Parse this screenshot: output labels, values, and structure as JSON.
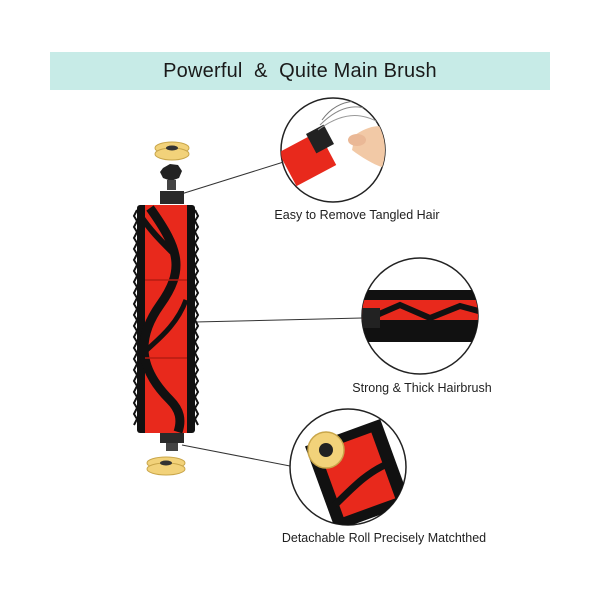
{
  "banner": {
    "title": "Powerful  &  Quite Main Brush",
    "background_color": "#c7ebe7"
  },
  "features": [
    {
      "caption": "Easy to Remove Tangled Hair"
    },
    {
      "caption": "Strong & Thick Hairbrush"
    },
    {
      "caption": "Detachable Roll Precisely Matchthed"
    }
  ],
  "colors": {
    "brush_red": "#e8291c",
    "bristle_black": "#111111",
    "cap_yellow": "#f2d27a"
  }
}
